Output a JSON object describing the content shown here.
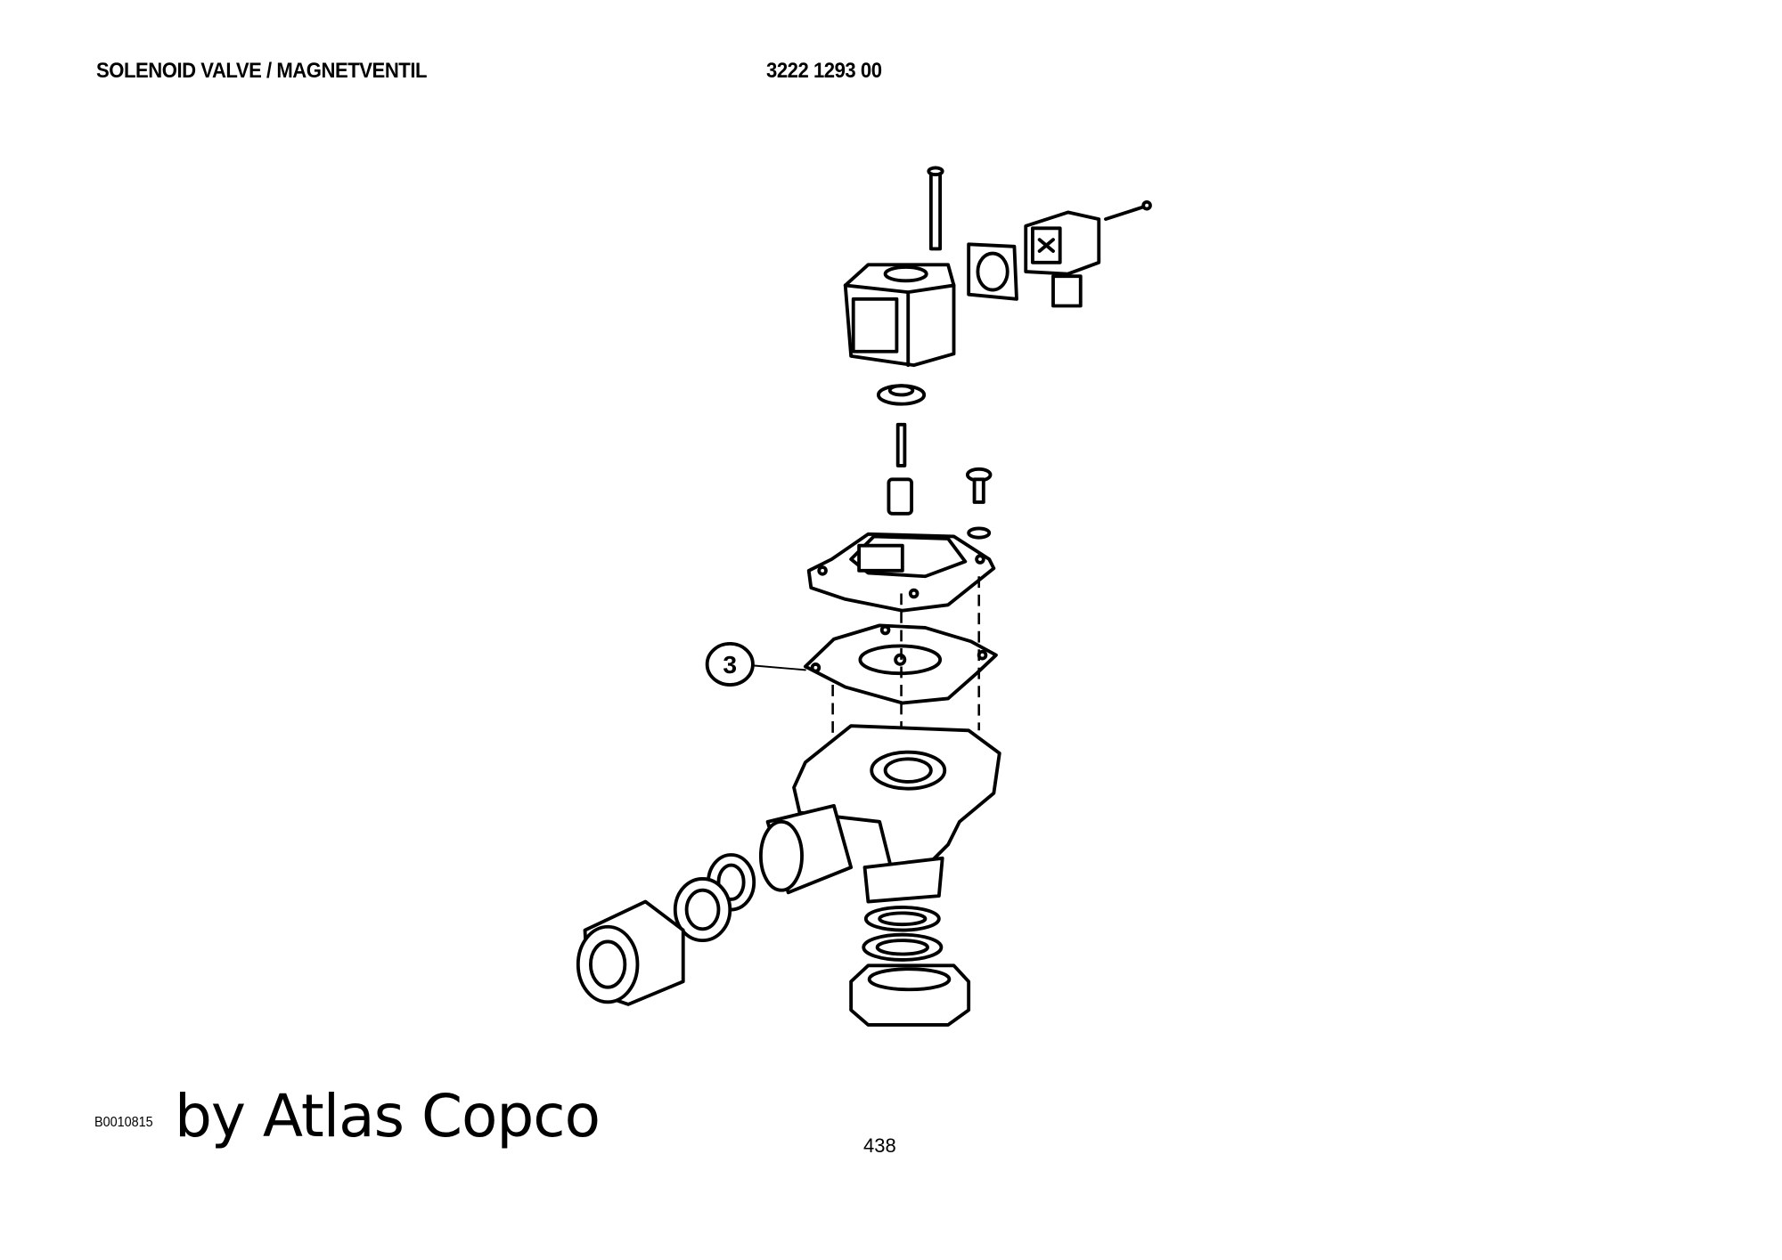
{
  "header": {
    "title": "SOLENOID VALVE / MAGNETVENTIL",
    "part_number": "3222 1293 00"
  },
  "diagram": {
    "callouts": [
      {
        "label": "3"
      }
    ]
  },
  "footer": {
    "drawing_code": "B0010815",
    "brand_text": "by Atlas Copco",
    "page_number": "438"
  }
}
